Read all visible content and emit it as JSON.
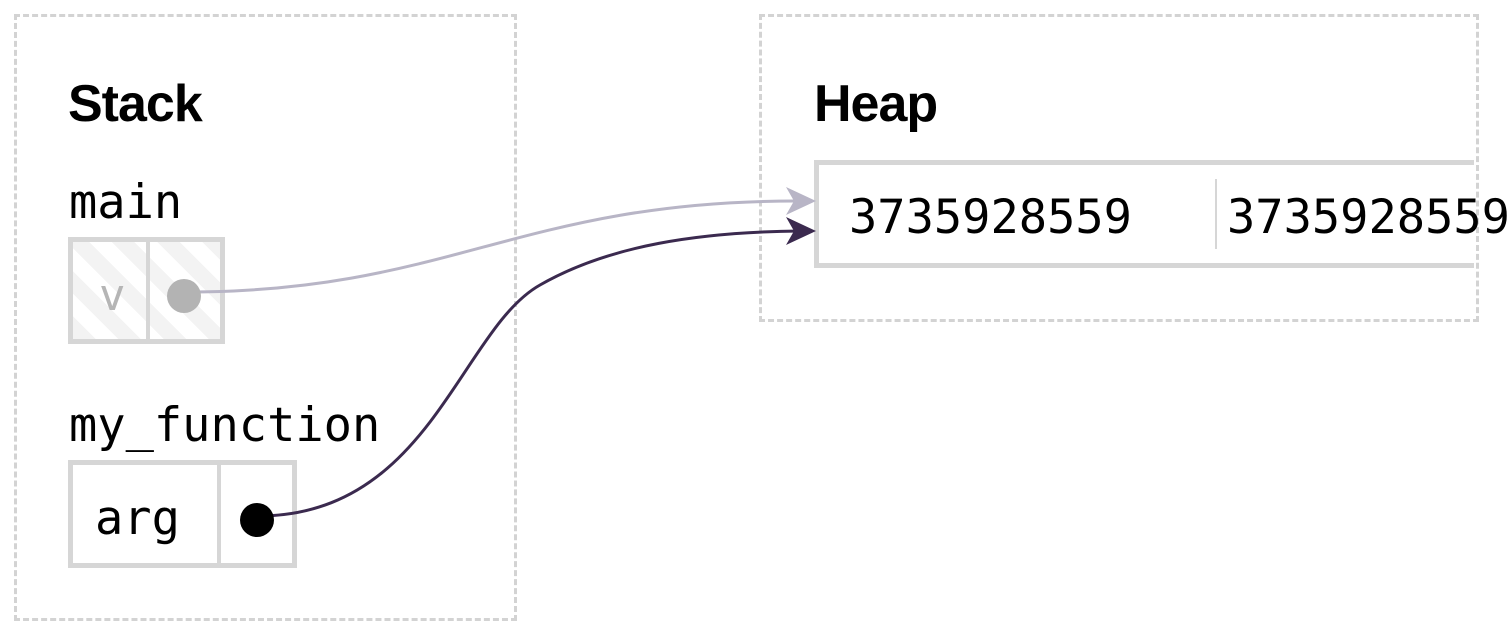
{
  "stack": {
    "title": "Stack",
    "frames": [
      {
        "name": "main",
        "variables": [
          {
            "name": "v",
            "pointer": true,
            "dimmed": true
          }
        ]
      },
      {
        "name": "my_function",
        "variables": [
          {
            "name": "arg",
            "pointer": true,
            "dimmed": false
          }
        ]
      }
    ]
  },
  "heap": {
    "title": "Heap",
    "values": [
      "3735928559",
      "3735928559"
    ]
  },
  "colors": {
    "region_border": "#d3d3d3",
    "cell_border": "#d6d6d6",
    "dim_text": "#b5b5b5",
    "dim_pointer": "#b3b3b3",
    "dim_arrow": "#b8b5c6",
    "active_arrow": "#3b2a4f",
    "active_pointer": "#000000"
  }
}
